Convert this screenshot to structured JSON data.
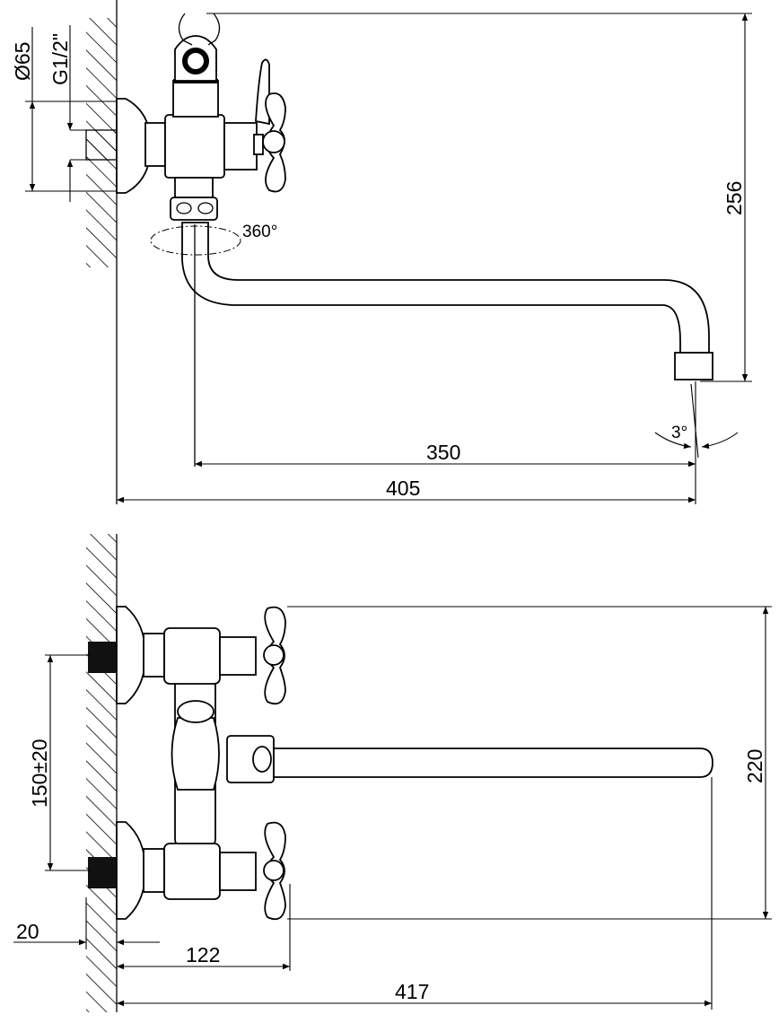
{
  "side_view": {
    "flange_diameter": "Ø65",
    "thread": "G1/2\"",
    "rotation": "360°",
    "height": "256",
    "spout_reach": "350",
    "total_reach": "405",
    "spout_angle": "3°"
  },
  "top_view": {
    "centers": "150±20",
    "height": "220",
    "thread_depth": "20",
    "handle_reach": "122",
    "total_reach": "417"
  }
}
